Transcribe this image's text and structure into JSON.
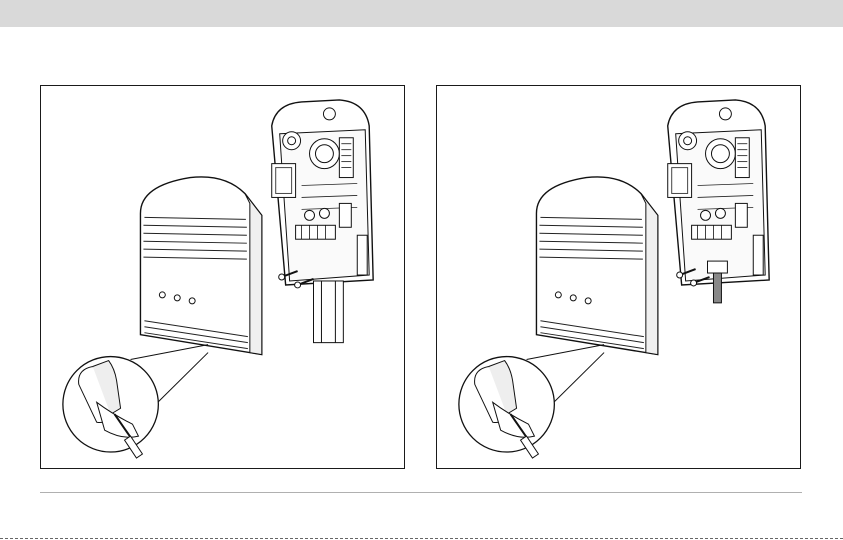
{
  "page": {
    "header_color": "#d9d9d9",
    "rule_color": "#b0b0b0"
  },
  "figures": [
    {
      "name": "installation-figure-cable-conduit",
      "variant": "conduit"
    },
    {
      "name": "installation-figure-cable-gland",
      "variant": "gland"
    }
  ]
}
